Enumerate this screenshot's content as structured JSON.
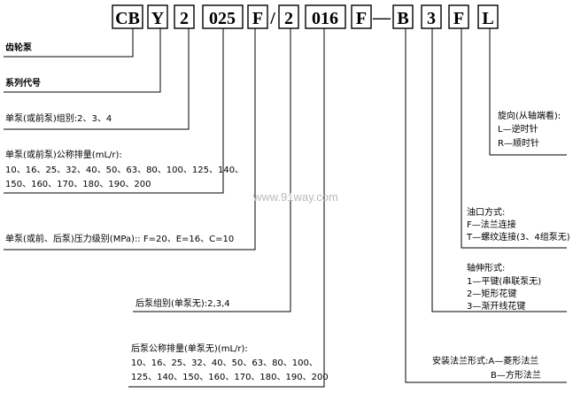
{
  "code_segments": [
    {
      "text": "CB"
    },
    {
      "text": "Y"
    },
    {
      "text": "2"
    },
    {
      "text": "025"
    },
    {
      "text": "F"
    },
    {
      "text": "2"
    },
    {
      "text": "016"
    },
    {
      "text": "F"
    },
    {
      "text": "B"
    },
    {
      "text": "3"
    },
    {
      "text": "F"
    },
    {
      "text": "L"
    }
  ],
  "separators": [
    "/",
    "—"
  ],
  "labels": {
    "gear_pump": "齿轮泵",
    "series_code": "系列代号",
    "single_group": "单泵(或前泵)组别:2、3、4",
    "displacement_title": "单泵(或前泵)公称排量(mL/r):",
    "displacement_line1": "10、16、25、32、40、50、63、80、100、125、140、",
    "displacement_line2": "150、160、170、180、190、200",
    "pressure_grade": "单泵(或前、后泵)压力级别(MPa):: F=20、E=16、C=10",
    "rear_group": "后泵组别(单泵无):2,3,4",
    "rear_disp_title": "后泵公称排量(单泵无)(mL/r):",
    "rear_disp_line1": "10、16、25、32、40、50、63、80、100、",
    "rear_disp_line2": "125、140、150、160、170、180、190、200",
    "rotation_title": "旋向(从轴端看):",
    "rotation_l": "L—逆时针",
    "rotation_r": "R—顺时针",
    "port_title": "油口方式:",
    "port_f": "F—法兰连接",
    "port_t": "T—螺纹连接(3、4组泵无)",
    "shaft_title": "轴伸形式:",
    "shaft_1": "1—平键(串联泵无)",
    "shaft_2": "2—矩形花键",
    "shaft_3": "3—渐开线花键",
    "flange_title": "安装法兰形式:A—菱形法兰",
    "flange_b": "B—方形法兰"
  },
  "watermark": "www.91way.com"
}
